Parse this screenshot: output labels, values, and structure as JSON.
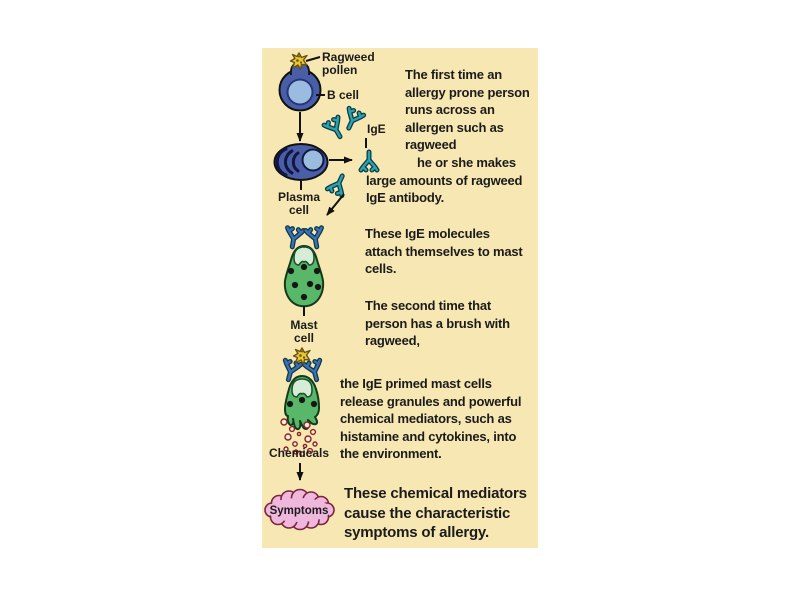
{
  "palette": {
    "panel_bg": "#F7E8B3",
    "cell_blue": "#4A5EA8",
    "nucleus_blue": "#9BBBDF",
    "crescent_navy": "#0F1742",
    "ige_teal": "#2AA3B0",
    "ige_blue": "#3E6FBA",
    "mast_green": "#58B768",
    "nucleus_mint": "#D5EDD6",
    "pollen_yellow": "#E9C832",
    "cloud_pink": "#F0B7DC",
    "cloud_outline": "#7A2540",
    "granule_outline": "#8B2222",
    "outline_black": "#111111",
    "text_color": "#1B1B1B"
  },
  "diagram": {
    "labels": {
      "ragweed_line1": "Ragweed",
      "ragweed_line2": "pollen",
      "b_cell": "B cell",
      "ige": "IgE",
      "plasma_line1": "Plasma",
      "plasma_line2": "cell",
      "mast_line1": "Mast",
      "mast_line2": "cell",
      "chemicals": "Chemicals",
      "symptoms": "Symptoms"
    }
  },
  "paragraphs": {
    "first_exposure": {
      "lines": [
        "The first time an",
        "allergy prone person",
        "runs across an",
        "allergen such as",
        "ragweed"
      ]
    },
    "makes_antibody": {
      "lines": [
        "he or she makes",
        "large amounts of ragweed",
        "IgE antibody."
      ]
    },
    "attach_mast": {
      "lines": [
        "These IgE molecules",
        "attach themselves to mast",
        "cells."
      ]
    },
    "second_time": {
      "lines": [
        "The second time that",
        "person has a brush with",
        "ragweed,"
      ]
    },
    "release": {
      "lines": [
        "the IgE primed mast cells",
        "release granules and powerful",
        "chemical mediators, such as",
        "histamine and cytokines, into",
        "the environment."
      ]
    },
    "symptoms_result": {
      "lines": [
        "These chemical mediators",
        "cause the characteristic",
        "symptoms of allergy."
      ]
    }
  }
}
